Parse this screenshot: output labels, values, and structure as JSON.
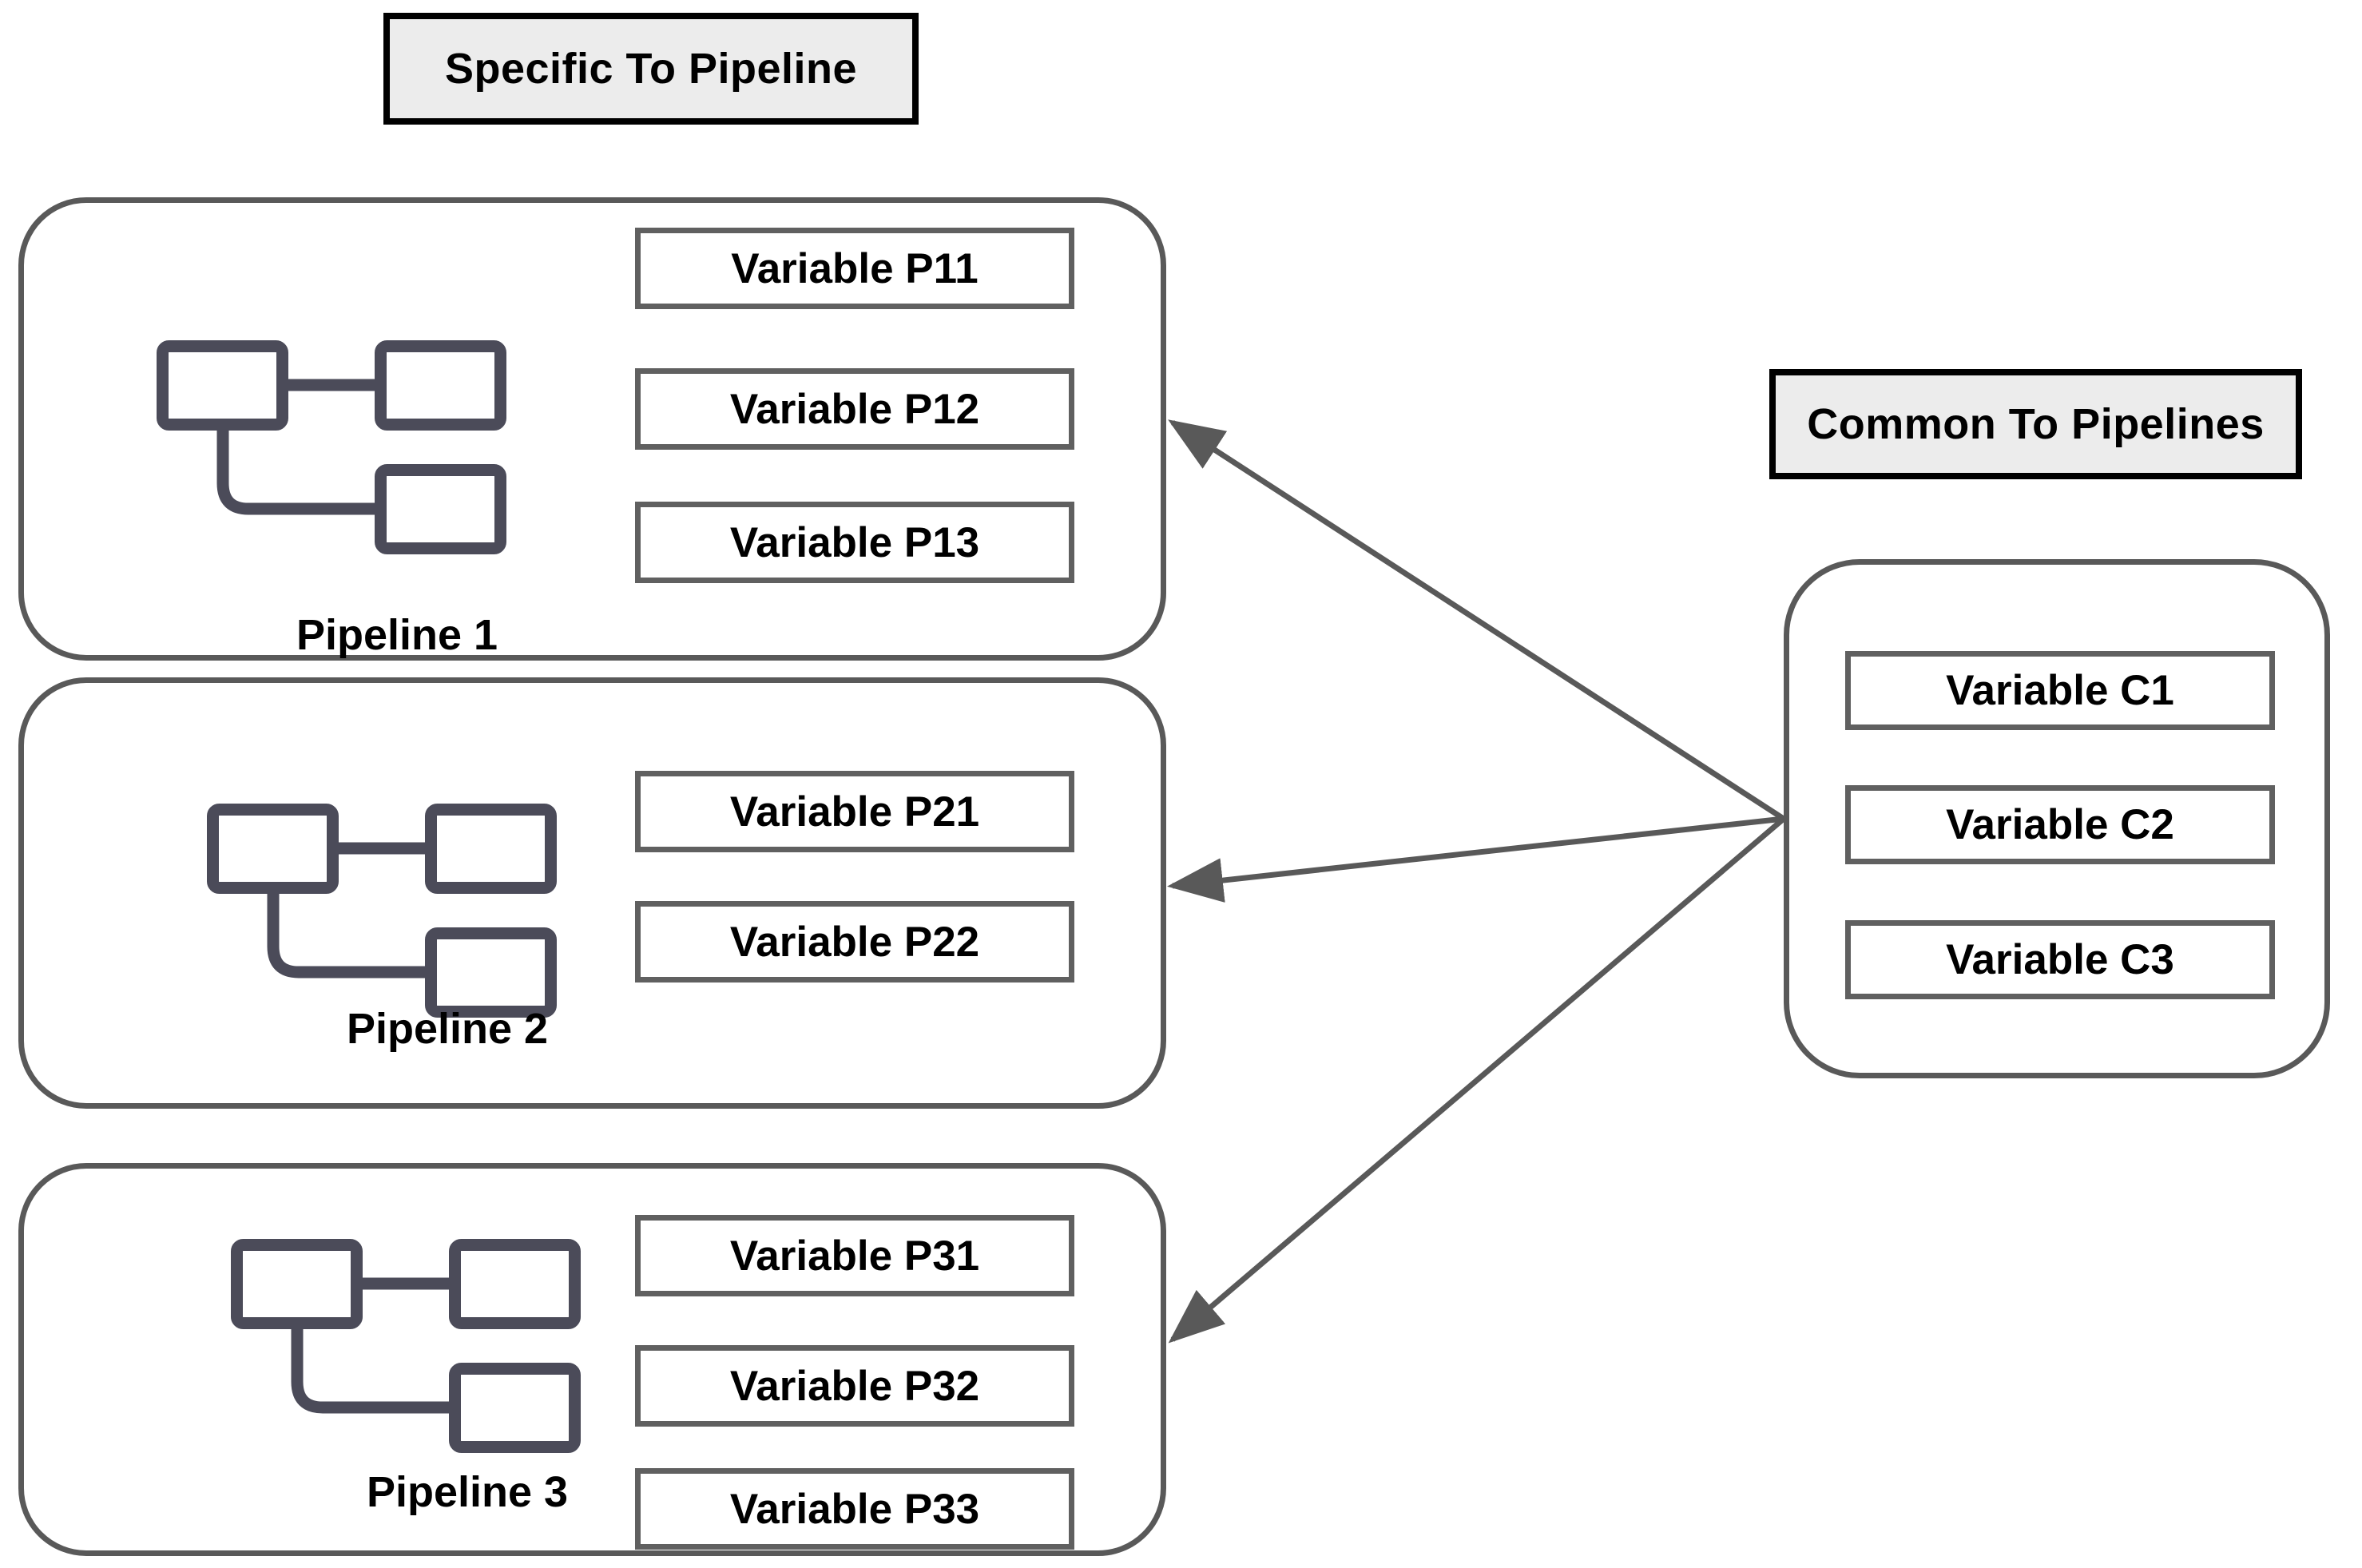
{
  "headers": {
    "left": "Specific To Pipeline",
    "right": "Common To Pipelines"
  },
  "pipelines": [
    {
      "name": "Pipeline 1",
      "variables": [
        "Variable P11",
        "Variable P12",
        "Variable P13"
      ]
    },
    {
      "name": "Pipeline 2",
      "variables": [
        "Variable P21",
        "Variable P22"
      ]
    },
    {
      "name": "Pipeline 3",
      "variables": [
        "Variable P31",
        "Variable P32",
        "Variable P33"
      ]
    }
  ],
  "common_group": {
    "variables": [
      "Variable C1",
      "Variable C2",
      "Variable C3"
    ]
  },
  "icons": {
    "pipeline_icon": "flowchart-icon"
  },
  "colors": {
    "outline": "#595959",
    "variable_border": "#606060",
    "icon_stroke": "#4b4b59",
    "header_bg": "#ececec",
    "header_border": "#000000",
    "arrow": "#595959",
    "text": "#000000",
    "background": "#ffffff"
  }
}
